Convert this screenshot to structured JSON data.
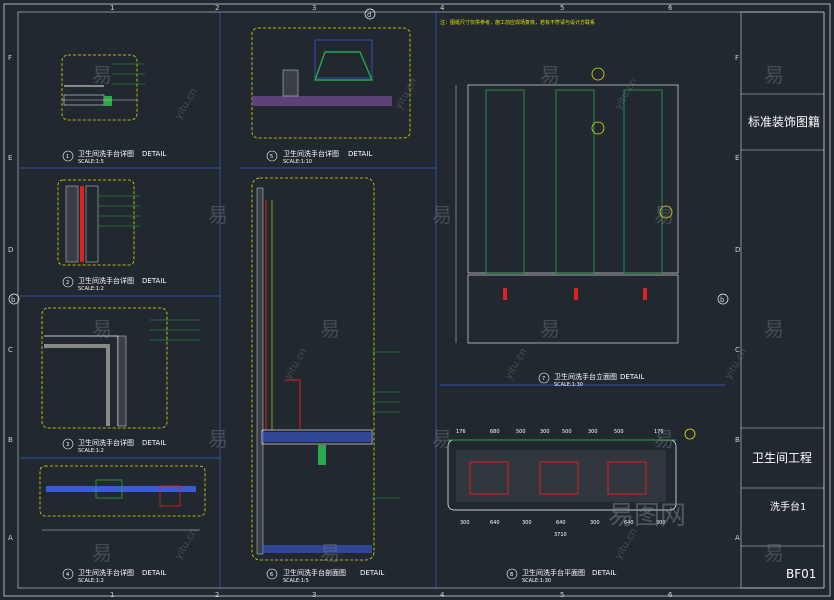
{
  "title_block": {
    "drawing_set": "标准装饰图籍",
    "project": "卫生间工程",
    "drawing_name": "洗手台1",
    "sheet_no": "BF01"
  },
  "grid": {
    "columns": [
      "1",
      "2",
      "3",
      "4",
      "5",
      "6"
    ],
    "rows": [
      "F",
      "E",
      "D",
      "C",
      "B",
      "A"
    ],
    "axis_d": "d",
    "axis_b": "b"
  },
  "views": [
    {
      "num": "1",
      "title": "卫生间洗手台详图",
      "scale": "SCALE:1:5",
      "tag": "DETAIL"
    },
    {
      "num": "2",
      "title": "卫生间洗手台详图",
      "scale": "SCALE:1:2",
      "tag": "DETAIL"
    },
    {
      "num": "3",
      "title": "卫生间洗手台详图",
      "scale": "SCALE:1:2",
      "tag": "DETAIL"
    },
    {
      "num": "4",
      "title": "卫生间洗手台详图",
      "scale": "SCALE:1:2",
      "tag": "DETAIL"
    },
    {
      "num": "5",
      "title": "卫生间洗手台详图",
      "scale": "SCALE:1:10",
      "tag": "DETAIL"
    },
    {
      "num": "6",
      "title": "卫生间洗手台剖面图",
      "scale": "SCALE:1:5",
      "tag": "DETAIL"
    },
    {
      "num": "7",
      "title": "卫生间洗手台立面图",
      "scale": "SCALE:1:30",
      "tag": "DETAIL"
    },
    {
      "num": "8",
      "title": "卫生间洗手台平面图",
      "scale": "SCALE:1:30",
      "tag": "DETAIL"
    }
  ],
  "plan_dims": [
    "176",
    "680",
    "500",
    "300",
    "500",
    "300",
    "500",
    "176"
  ],
  "plan_dims_bottom": [
    "300",
    "640",
    "300",
    "640",
    "300",
    "640",
    "300"
  ],
  "plan_total": "3710",
  "watermark": {
    "char": "易",
    "url": "yitu.cn",
    "brand": "易图网"
  },
  "note_text": "注：图纸尺寸仅供参考，施工前应现场复核，若有不符请与设计方联系"
}
